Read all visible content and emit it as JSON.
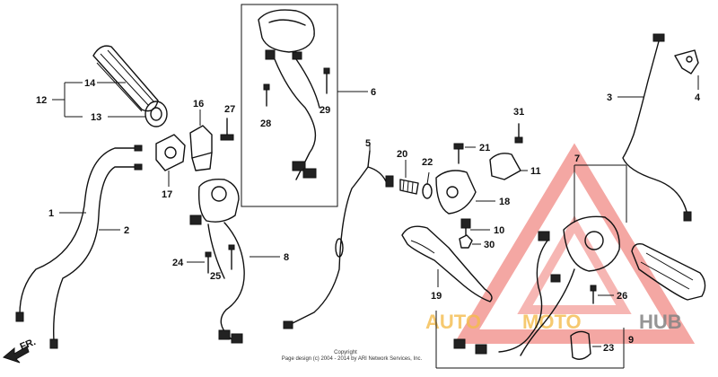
{
  "callouts": {
    "c1": "1",
    "c2": "2",
    "c3": "3",
    "c4": "4",
    "c5": "5",
    "c6": "6",
    "c7": "7",
    "c8": "8",
    "c9": "9",
    "c10": "10",
    "c11": "11",
    "c12": "12",
    "c13": "13",
    "c14": "14",
    "c16": "16",
    "c17": "17",
    "c18": "18",
    "c19": "19",
    "c20": "20",
    "c21": "21",
    "c22": "22",
    "c23": "23",
    "c24": "24",
    "c25": "25",
    "c26": "26",
    "c27": "27",
    "c28": "28",
    "c29": "29",
    "c30": "30",
    "c31": "31"
  },
  "direction_label": "FR.",
  "copyright": {
    "line1": "Copyright",
    "line2": "Page design (c) 2004 - 2014 by ARI Network Services, Inc."
  },
  "watermark": {
    "word1": "AUTO",
    "word2": "MOTO",
    "word3": "HUB",
    "color_red": "#e8413a",
    "color_yellow": "#f2b12d",
    "color_gray": "#6d6d6d"
  }
}
